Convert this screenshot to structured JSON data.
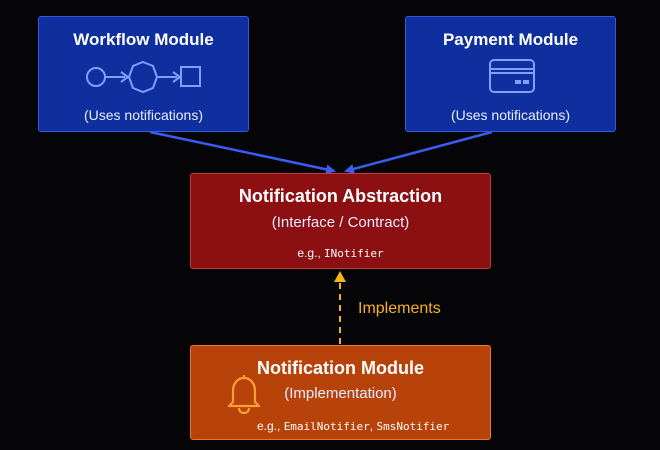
{
  "modules": {
    "workflow": {
      "title": "Workflow Module",
      "subtitle": "(Uses notifications)",
      "icon": "workflow-diagram-icon"
    },
    "payment": {
      "title": "Payment Module",
      "subtitle": "(Uses notifications)",
      "icon": "credit-card-icon"
    }
  },
  "abstraction": {
    "title": "Notification Abstraction",
    "subtitle": "(Interface / Contract)",
    "example_prefix": "e.g., ",
    "example_code": "INotifier"
  },
  "implementation": {
    "title": "Notification Module",
    "subtitle": "(Implementation)",
    "example_prefix": "e.g., ",
    "example_code_1": "EmailNotifier",
    "example_separator": ", ",
    "example_code_2": "SmsNotifier",
    "icon": "bell-icon"
  },
  "relations": {
    "implements_label": "Implements"
  },
  "colors": {
    "background": "#050508",
    "module_blue": "#0f2f9e",
    "abstraction_red": "#8c0f12",
    "implementation_orange": "#b8430a",
    "dependency_arrow": "#3a5cf0",
    "implements_arrow": "#f5b21a",
    "icon_light_blue": "#7fa0ff",
    "bell_orange": "#ffa033"
  }
}
